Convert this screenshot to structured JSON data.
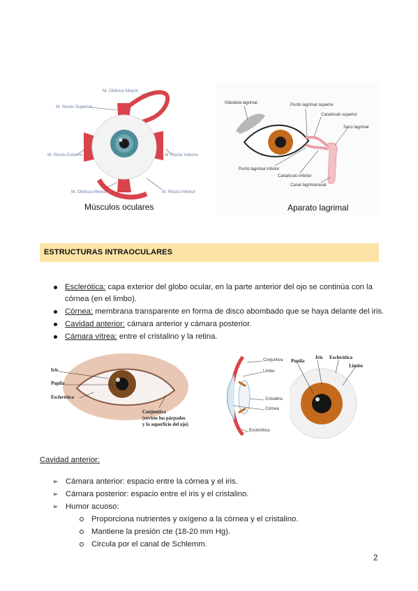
{
  "figure_top": {
    "left_caption": "Músculos oculares",
    "right_caption": "Aparato lagrimal",
    "muscles": {
      "oblicuo_mayor": "M. Oblicuo Mayor",
      "recto_superior": "M. Recto Superior",
      "recto_externo": "M. Recto Externo",
      "recto_interno": "M. Recto Interno",
      "oblicuo_menor": "M. Oblicuo Menor",
      "recto_inferior": "M. Recto Inferior"
    },
    "lacrimal": {
      "glandula": "Glándula lagrimal",
      "punto_superior": "Punto lagrimal superior",
      "canaliculo_superior": "Canalículo superior",
      "saco": "Saco lagrimal",
      "punto_inferior": "Punto lagrimal inferior",
      "canaliculo_inferior": "Canalículo inferior",
      "canal": "Canal lagrimonasal"
    }
  },
  "section": {
    "title": "ESTRUCTURAS INTRAOCULARES"
  },
  "bullets": [
    {
      "term": "Esclerótica:",
      "text": " capa exterior del globo ocular, en la parte anterior del ojo se continúa con la",
      "cont": "córnea (en el limbo)."
    },
    {
      "term": "Córnea:",
      "text": " membrana transparente en forma de disco abombado que se haya delante del iris."
    },
    {
      "term": "Cavidad anterior:",
      "text": " cámara anterior y cámara posterior."
    },
    {
      "term": "Cámara vítrea:",
      "text": " entre el cristalino y la retina."
    }
  ],
  "figure_mid": {
    "eye_labels": {
      "iris": "Iris",
      "pupila": "Pupila",
      "esclerotica": "Esclerótica",
      "conjuntiva_1": "Conjuntiva",
      "conjuntiva_2": "(reviste los párpados",
      "conjuntiva_3": "y la superficie del ojo)"
    },
    "section_labels": {
      "conjuntiva": "Conjuntiva",
      "limbo": "Limbo",
      "cristalino": "Cristalino",
      "cornea": "Córnea",
      "esclerotica": "Esclerótica"
    },
    "globe_labels": {
      "pupila": "Pupila",
      "iris": "Iris",
      "esclerotica": "Esclerótica",
      "limbo": "Limbo"
    }
  },
  "subsection": {
    "title": "Cavidad anterior:",
    "items": [
      "Cámara anterior: espacio entre la córnea y el iris.",
      "Cámara posterior: espacio entre el iris y el cristalino.",
      "Humor acuoso:"
    ],
    "subitems": [
      "Proporciona nutrientes y oxígeno a la córnea y el cristalino.",
      "Mantiene la presión cte (18-20 mm Hg).",
      "Circula por el canal de Schlemm."
    ]
  },
  "page_number": "2",
  "colors": {
    "section_bg": "#fde4a6",
    "muscle_red": "#d9434b",
    "iris_brown": "#c46a1c",
    "iris_teal": "#4d8d9a",
    "label_blue": "#6b7fa6"
  }
}
